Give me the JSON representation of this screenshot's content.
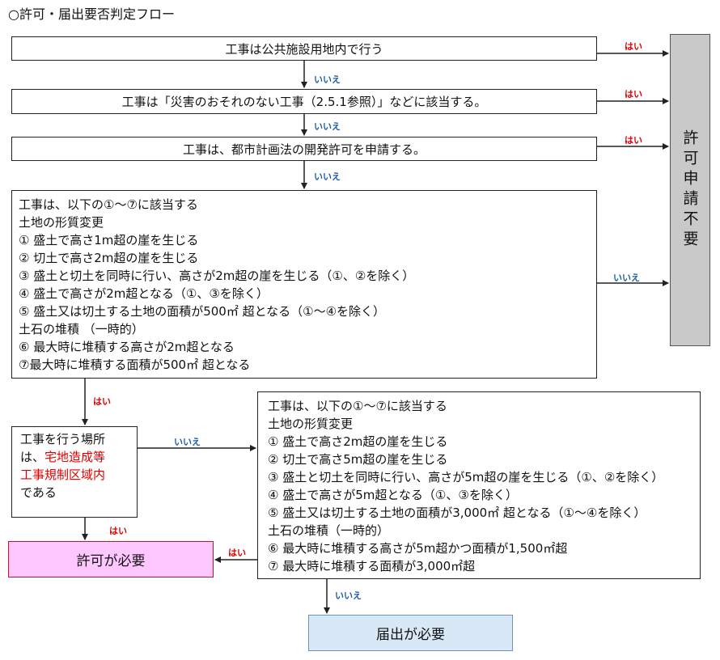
{
  "title": "○許可・届出要否判定フロー",
  "labels": {
    "yes": "はい",
    "no": "いいえ"
  },
  "boxes": {
    "q1": "工事は公共施設用地内で行う",
    "q2": "工事は「災害のおそれのない工事（2.5.1参照）」などに該当する。",
    "q3": "工事は、都市計画法の開発許可を申請する。",
    "q4": {
      "lines": [
        "工事は、以下の①～⑦に該当する",
        "土地の形質変更",
        "① 盛土で高さ1m超の崖を生じる",
        "② 切土で高さ2m超の崖を生じる",
        "③ 盛土と切土を同時に行い、高さが2m超の崖を生じる（①、②を除く）",
        "④ 盛土で高さが2m超となる（①、③を除く）",
        "⑤ 盛土又は切土する土地の面積が500㎡ 超となる（①～④を除く）",
        " 土石の堆積 （一時的）",
        "⑥ 最大時に堆積する高さが2m超となる",
        "⑦最大時に堆積する面積が500㎡ 超となる"
      ]
    },
    "q5": {
      "prefix": "工事を行う場所",
      "line2_prefix": "は、",
      "red1": "宅地造成等",
      "red2": "工事規制区域内",
      "suffix": "である"
    },
    "q6": {
      "lines": [
        "工事は、以下の①～⑦に該当する",
        "土地の形質変更",
        "① 盛土で高さ2m超の崖を生じる",
        "② 切土で高さ5m超の崖を生じる",
        "③ 盛土と切土を同時に行い、高さが5m超の崖を生じる（①、②を除く）",
        "④ 盛土で高さが5m超となる（①、③を除く）",
        "⑤ 盛土又は切土する土地の面積が3,000㎡ 超となる（①～④を除く）",
        " 土石の堆積（一時的）",
        "⑥ 最大時に堆積する高さが5m超かつ面積が1,500㎡超",
        "⑦ 最大時に堆積する面積が3,000㎡超"
      ]
    },
    "no_permit": "許可申請不要",
    "permit_required": "許可が必要",
    "notify_required": "届出が必要"
  },
  "colors": {
    "yes_label": "#e00000",
    "no_label": "#1f5fa8",
    "permit_fill": "#ffc7ff",
    "notify_fill": "#d9e8f7",
    "side_fill": "#c9c9c9"
  }
}
